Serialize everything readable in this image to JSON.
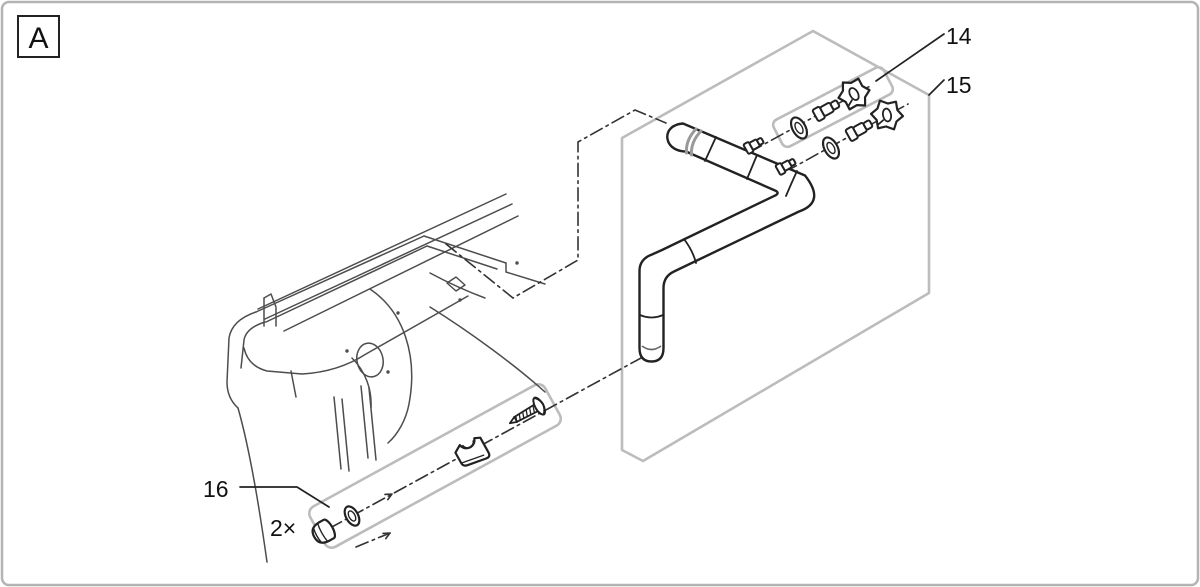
{
  "view_label": "A",
  "callouts": [
    {
      "id": "callout-14",
      "label": "14"
    },
    {
      "id": "callout-15",
      "label": "15"
    },
    {
      "id": "callout-16",
      "label": "16"
    }
  ],
  "quantity_note": {
    "label": "2×"
  },
  "colors": {
    "background": "#ffffff",
    "page_border": "#b4b4b4",
    "part_line": "#222222",
    "housing_line": "#4d4d4d",
    "highlight_line": "#bcbcbc",
    "centerline": "#333333",
    "label_text": "#111111"
  },
  "diagram": {
    "type": "exploded-parts-diagram",
    "components": [
      "filter-housing",
      "outlet-pipe-assembly",
      "background-panel",
      "hose-fitting-set-14",
      "hose-fitting-set-15",
      "pipe-clip-set-16",
      "screw",
      "washers",
      "cap-nut"
    ]
  }
}
